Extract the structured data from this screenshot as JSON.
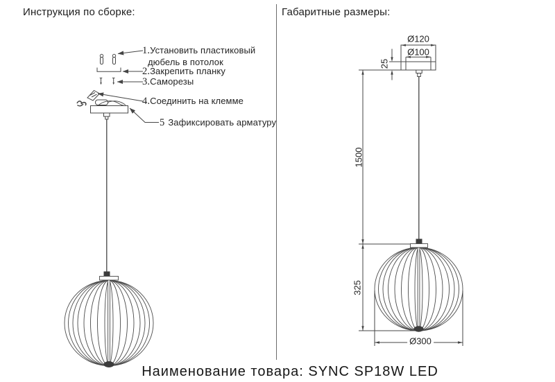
{
  "colors": {
    "line": "#454545",
    "cage_line": "#4a4a4a",
    "text": "#1f1f1f",
    "divider": "#6b6b6b",
    "background": "#ffffff"
  },
  "left_panel": {
    "title": "Инструкция по сборке:",
    "steps": [
      {
        "num": "1.",
        "text": "Установить пластиковый дюбель в потолок"
      },
      {
        "num": "2.",
        "text": "Закрепить планку"
      },
      {
        "num": "3.",
        "text": "Саморезы"
      },
      {
        "num": "4.",
        "text": "Соединить на клемме"
      },
      {
        "num": "5",
        "text": "Зафиксировать арматуру"
      }
    ]
  },
  "right_panel": {
    "title": "Габаритные размеры:",
    "dimensions": {
      "canopy_diameter": "Ø120",
      "plate_diameter": "Ø100",
      "canopy_height": "25",
      "suspension_length": "1500",
      "shade_height": "325",
      "shade_diameter": "Ø300"
    }
  },
  "footer": {
    "caption": "Наименование товара: SYNC SP18W LED"
  }
}
